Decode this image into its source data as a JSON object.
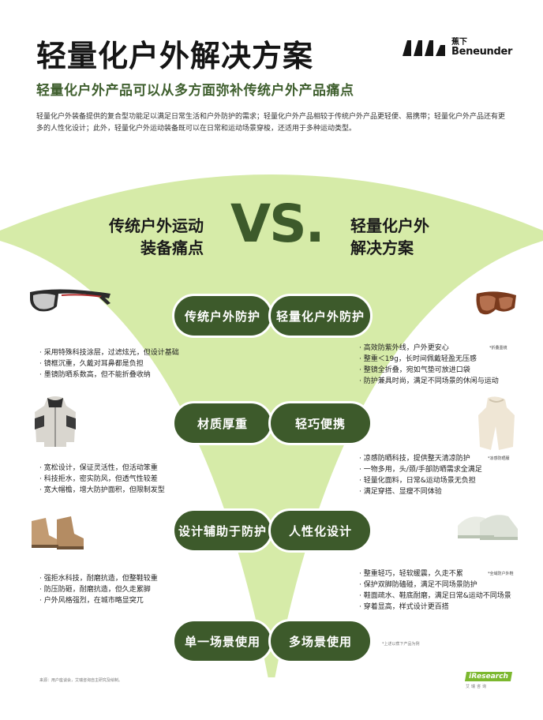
{
  "header": {
    "title": "轻量化户外解决方案",
    "subtitle": "轻量化户外产品可以从多方面弥补传统户外产品痛点",
    "intro": "轻量化户外装备提供的复合型功能足以满足日常生活和户外防护的需求；轻量化户外产品相较于传统户外产品更轻便、易携带；轻量化户外产品还有更多的人性化设计；此外，轻量化户外运动装备既可以在日常和运动场景穿梭，还适用于多种运动类型。"
  },
  "logo": {
    "cn": "蕉下",
    "en": "Beneunder"
  },
  "comparison": {
    "left_heading_line1": "传统户外运动",
    "left_heading_line2": "装备痛点",
    "vs": "VS.",
    "right_heading_line1": "轻量化户外",
    "right_heading_line2": "解决方案",
    "rows": [
      {
        "left_pill": "传统户外防护",
        "right_pill": "轻量化户外防护",
        "left_icon": "sunglasses-icon",
        "right_icon": "folding-sunglasses-icon",
        "right_tag": "*折叠墨镜",
        "left_bullets": [
          "采用特殊科技涂层，过滤炫光，但设计基础",
          "镜框沉重，久戴对耳鼻都是负担",
          "墨镜防晒系数高，但不能折叠收纳"
        ],
        "right_bullets": [
          "高效防紫外线，户外更安心",
          "整重＜19g，长时间佩戴轻盈无压感",
          "整镜全折叠，宛如气垫可放进口袋",
          "防护兼具时尚，满足不同场景的休闲与运动"
        ]
      },
      {
        "left_pill": "材质厚重",
        "right_pill": "轻巧便携",
        "left_icon": "jacket-icon",
        "right_icon": "sun-protection-jacket-icon",
        "right_tag": "*凉感防晒服",
        "left_bullets": [
          "宽松设计，保证灵活性，但活动笨重",
          "科技拒水，密实防风，但透气性较差",
          "宽大帽檐，增大防护面积，但限制发型"
        ],
        "right_bullets": [
          "凉感防晒科技，提供整天清凉防护",
          "一物多用，头/颈/手部防晒需求全满足",
          "轻量化面料，日常&运动场景无负担",
          "满足穿搭、显瘦不同体验"
        ]
      },
      {
        "left_pill": "设计辅助于防护",
        "right_pill": "人性化设计",
        "left_icon": "hiking-boots-icon",
        "right_icon": "sneakers-icon",
        "right_tag": "*全域防户外鞋",
        "left_bullets": [
          "强拒水科技，耐磨抗造，但整鞋较重",
          "防压防砸，耐磨抗造，但久走累脚",
          "户外风格强烈，在城市略显突兀"
        ],
        "right_bullets": [
          "整重轻巧，轻软缓震，久走不累",
          "保护双脚防磕碰，满足不同场景防护",
          "鞋面疏水、鞋底耐磨，满足日常&运动不同场景",
          "穿着显高，样式设计更百搭"
        ]
      },
      {
        "left_pill": "单一场景使用",
        "right_pill": "多场景使用",
        "right_tag": "*上述以蕉下产品为例"
      }
    ]
  },
  "footer": {
    "source": "来源：用户座谈会，艾瑞咨询自主研究及绘制。",
    "brand": "iResearch",
    "brand_sub": "艾瑞咨询"
  },
  "colors": {
    "dark_green": "#3d5a2b",
    "light_green": "#d6eba8",
    "subtitle_green": "#3f5f2e",
    "brand_green": "#7cb82f"
  }
}
